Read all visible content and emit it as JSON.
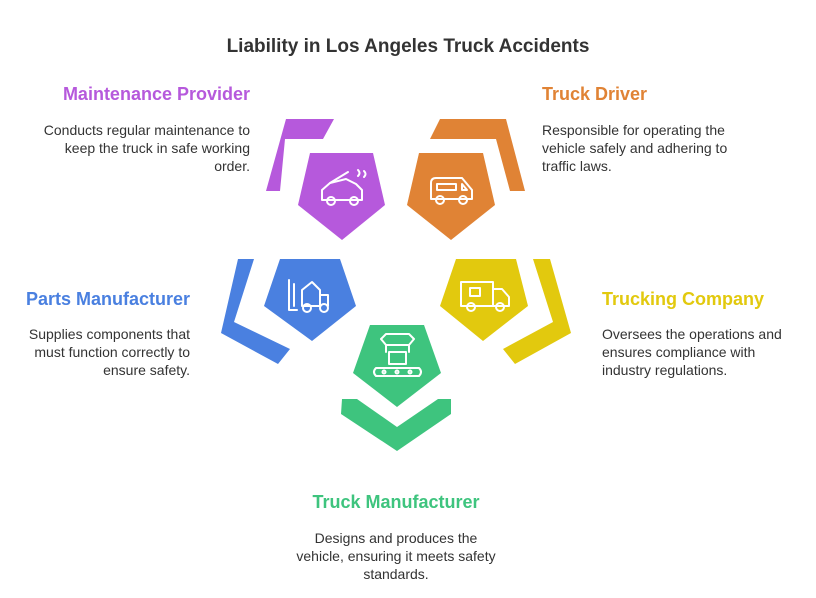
{
  "title": "Liability in Los Angeles Truck Accidents",
  "items": [
    {
      "name": "Maintenance Provider",
      "description": "Conducts regular maintenance to keep the truck in safe working order.",
      "color": "#B659DC",
      "icon": "car-repair-icon"
    },
    {
      "name": "Truck Driver",
      "description": "Responsible for operating the vehicle safely and adhering to traffic laws.",
      "color": "#E08335",
      "icon": "van-icon"
    },
    {
      "name": "Parts Manufacturer",
      "description": "Supplies components that must function correctly to ensure safety.",
      "color": "#4A80E0",
      "icon": "forklift-icon"
    },
    {
      "name": "Trucking Company",
      "description": "Oversees the operations and ensures compliance with industry regulations.",
      "color": "#E2C90E",
      "icon": "delivery-truck-icon"
    },
    {
      "name": "Truck Manufacturer",
      "description": "Designs and produces the vehicle, ensuring it meets safety standards.",
      "color": "#3EC47E",
      "icon": "assembly-line-icon"
    }
  ]
}
